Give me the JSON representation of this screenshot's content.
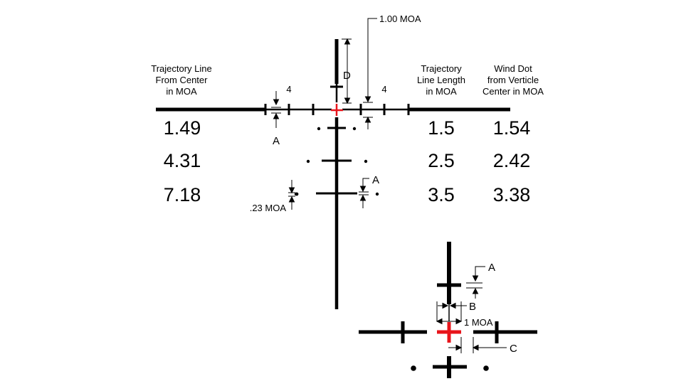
{
  "colors": {
    "ink": "#000000",
    "accent": "#e8141b",
    "background": "#ffffff"
  },
  "headers": {
    "left": [
      "Trajectory Line",
      "From Center",
      "in MOA"
    ],
    "middle": [
      "Trajectory",
      "Line Length",
      "in MOA"
    ],
    "right": [
      "Wind Dot",
      "from Verticle",
      "Center in MOA"
    ]
  },
  "rows": [
    {
      "trajectory": "1.49",
      "length": "1.5",
      "wind": "1.54"
    },
    {
      "trajectory": "4.31",
      "length": "2.5",
      "wind": "2.42"
    },
    {
      "trajectory": "7.18",
      "length": "3.5",
      "wind": "3.38"
    }
  ],
  "annotations": {
    "moa_top": "1.00 MOA",
    "d_label": "D",
    "four_left": "4",
    "four_right": "4",
    "a_main": "A",
    "a_small": "A",
    "dot_size": ".23 MOA",
    "detail_a": "A",
    "detail_b": "B",
    "detail_c": "C",
    "detail_moa": "1 MOA"
  }
}
